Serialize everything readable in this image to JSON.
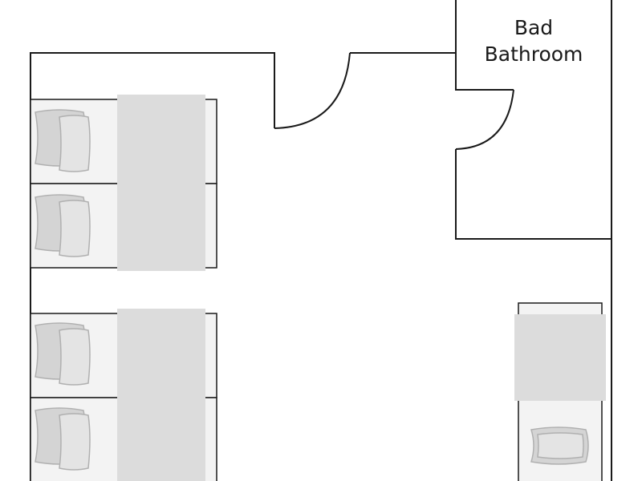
{
  "plan": {
    "rooms": [
      {
        "id": "bathroom",
        "label_lines": [
          "Bad",
          "Bathroom"
        ]
      }
    ],
    "furniture": {
      "double_beds": 2,
      "single_beds": 1
    },
    "colors": {
      "wall": "#1a1a1a",
      "mattress": "#f3f3f3",
      "duvet": "#dcdcdc",
      "pillow": "#d4d4d4",
      "background": "#ffffff"
    }
  }
}
